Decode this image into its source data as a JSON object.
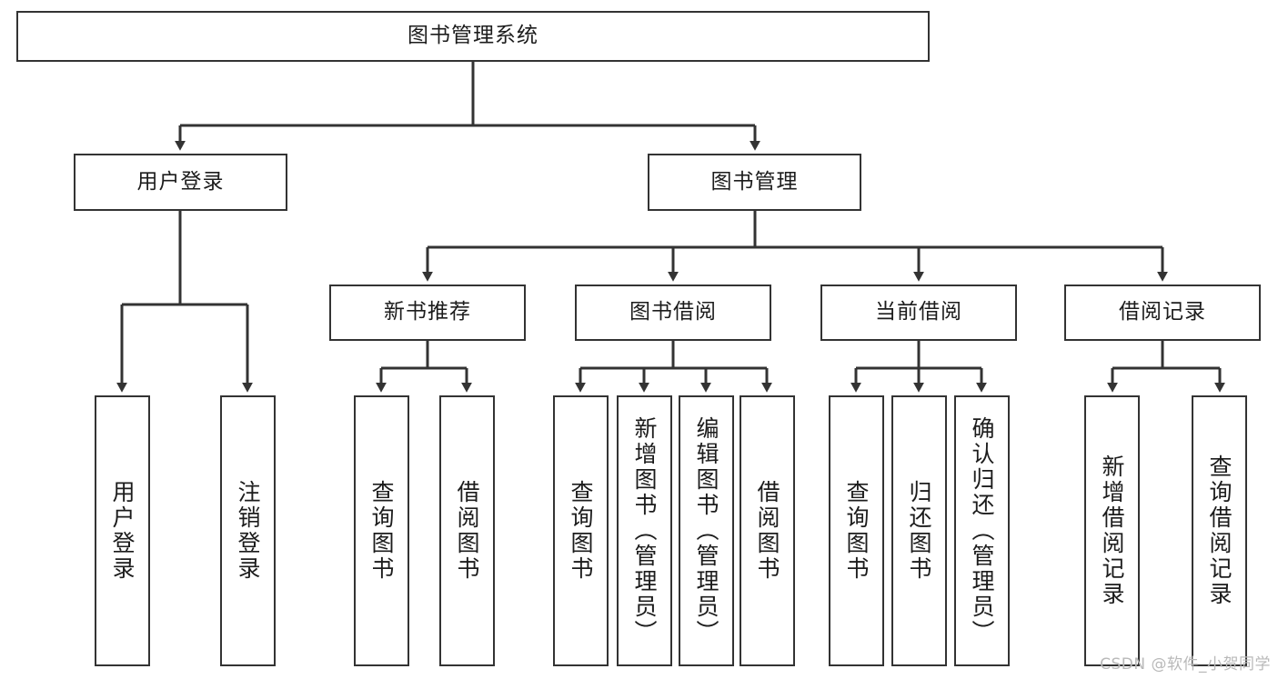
{
  "diagram": {
    "title": "图书管理系统",
    "type": "tree-hierarchy-chart",
    "root": {
      "id": "root",
      "label": "图书管理系统"
    },
    "level1": [
      {
        "id": "user-login",
        "label": "用户登录"
      },
      {
        "id": "book-manage",
        "label": "图书管理"
      }
    ],
    "level2": [
      {
        "id": "new-book-rec",
        "label": "新书推荐",
        "parent": "book-manage"
      },
      {
        "id": "book-borrow",
        "label": "图书借阅",
        "parent": "book-manage"
      },
      {
        "id": "current-borrow",
        "label": "当前借阅",
        "parent": "book-manage"
      },
      {
        "id": "borrow-record",
        "label": "借阅记录",
        "parent": "book-manage"
      }
    ],
    "leaves": [
      {
        "id": "leaf-user-login",
        "label": "用户登录",
        "parent": "user-login"
      },
      {
        "id": "leaf-logout",
        "label": "注销登录",
        "parent": "user-login"
      },
      {
        "id": "leaf-query-book-1",
        "label": "查询图书",
        "parent": "new-book-rec"
      },
      {
        "id": "leaf-borrow-book-1",
        "label": "借阅图书",
        "parent": "new-book-rec"
      },
      {
        "id": "leaf-query-book-2",
        "label": "查询图书",
        "parent": "book-borrow"
      },
      {
        "id": "leaf-add-book",
        "label": "新增图书（管理员）",
        "parent": "book-borrow"
      },
      {
        "id": "leaf-edit-book",
        "label": "编辑图书（管理员）",
        "parent": "book-borrow"
      },
      {
        "id": "leaf-borrow-book-2",
        "label": "借阅图书",
        "parent": "book-borrow"
      },
      {
        "id": "leaf-query-book-3",
        "label": "查询图书",
        "parent": "current-borrow"
      },
      {
        "id": "leaf-return-book",
        "label": "归还图书",
        "parent": "current-borrow"
      },
      {
        "id": "leaf-confirm-return",
        "label": "确认归还（管理员）",
        "parent": "current-borrow"
      },
      {
        "id": "leaf-add-record",
        "label": "新增借阅记录",
        "parent": "borrow-record"
      },
      {
        "id": "leaf-query-record",
        "label": "查询借阅记录",
        "parent": "borrow-record"
      }
    ],
    "watermark": "CSDN @软件_小贺同学",
    "colors": {
      "stroke": "#333333",
      "fill": "#ffffff",
      "text": "#1c1c1c",
      "watermark": "#b9b9b9"
    }
  }
}
